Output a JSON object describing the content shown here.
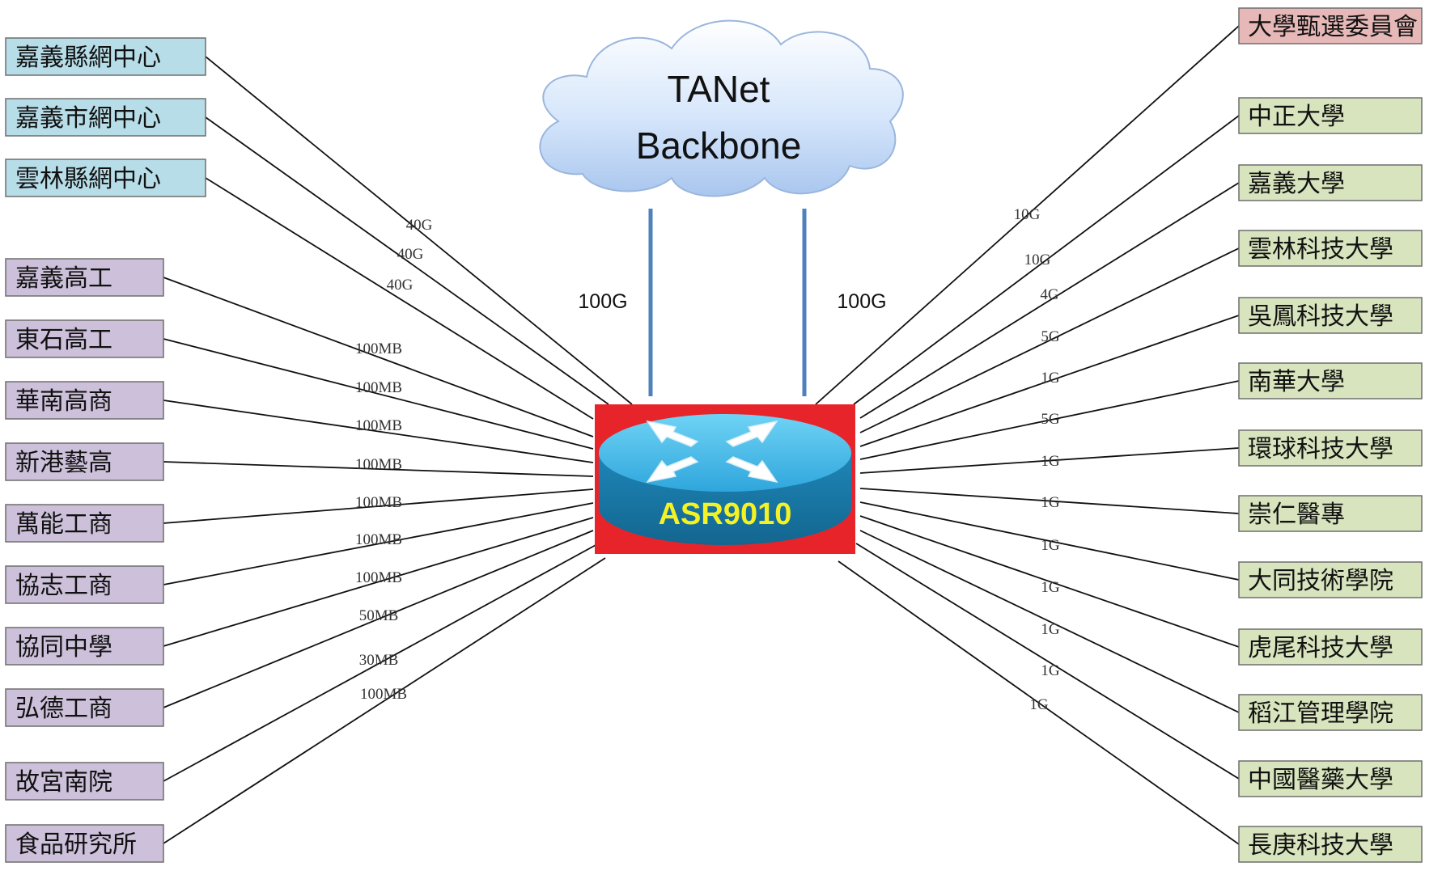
{
  "cloud": {
    "line1": "TANet",
    "line2": "Backbone"
  },
  "router": {
    "label": "ASR9010"
  },
  "uplinks": [
    {
      "label": "100G"
    },
    {
      "label": "100G"
    }
  ],
  "colors": {
    "blue_box": "#b7dde8",
    "purple_box": "#ccc0da",
    "green_box": "#d7e4bd",
    "red_box": "#e6b9b8",
    "uplink_line": "#4f81bd",
    "router_bg": "#e8242b",
    "router_body": "#3bb8e8"
  },
  "left_nodes": [
    {
      "name": "嘉義縣網中心",
      "speed": "40G",
      "group": "blue"
    },
    {
      "name": "嘉義市網中心",
      "speed": "40G",
      "group": "blue"
    },
    {
      "name": "雲林縣網中心",
      "speed": "40G",
      "group": "blue"
    },
    {
      "name": "嘉義高工",
      "speed": "100MB",
      "group": "purple"
    },
    {
      "name": "東石高工",
      "speed": "100MB",
      "group": "purple"
    },
    {
      "name": "華南高商",
      "speed": "100MB",
      "group": "purple"
    },
    {
      "name": "新港藝高",
      "speed": "100MB",
      "group": "purple"
    },
    {
      "name": "萬能工商",
      "speed": "100MB",
      "group": "purple"
    },
    {
      "name": "協志工商",
      "speed": "100MB",
      "group": "purple"
    },
    {
      "name": "協同中學",
      "speed": "100MB",
      "group": "purple"
    },
    {
      "name": "弘德工商",
      "speed": "50MB",
      "group": "purple"
    },
    {
      "name": "故宮南院",
      "speed": "30MB",
      "group": "purple"
    },
    {
      "name": "食品研究所",
      "speed": "100MB",
      "group": "purple"
    }
  ],
  "right_nodes": [
    {
      "name": "大學甄選委員會",
      "speed": "10G",
      "group": "red"
    },
    {
      "name": "中正大學",
      "speed": "10G",
      "group": "green"
    },
    {
      "name": "嘉義大學",
      "speed": "4G",
      "group": "green"
    },
    {
      "name": "雲林科技大學",
      "speed": "5G",
      "group": "green"
    },
    {
      "name": "吳鳳科技大學",
      "speed": "1G",
      "group": "green"
    },
    {
      "name": "南華大學",
      "speed": "5G",
      "group": "green"
    },
    {
      "name": "環球科技大學",
      "speed": "1G",
      "group": "green"
    },
    {
      "name": "崇仁醫專",
      "speed": "1G",
      "group": "green"
    },
    {
      "name": "大同技術學院",
      "speed": "1G",
      "group": "green"
    },
    {
      "name": "虎尾科技大學",
      "speed": "1G",
      "group": "green"
    },
    {
      "name": "稻江管理學院",
      "speed": "1G",
      "group": "green"
    },
    {
      "name": "中國醫藥大學",
      "speed": "1G",
      "group": "green"
    },
    {
      "name": "長庚科技大學",
      "speed": "1G",
      "group": "green"
    }
  ]
}
